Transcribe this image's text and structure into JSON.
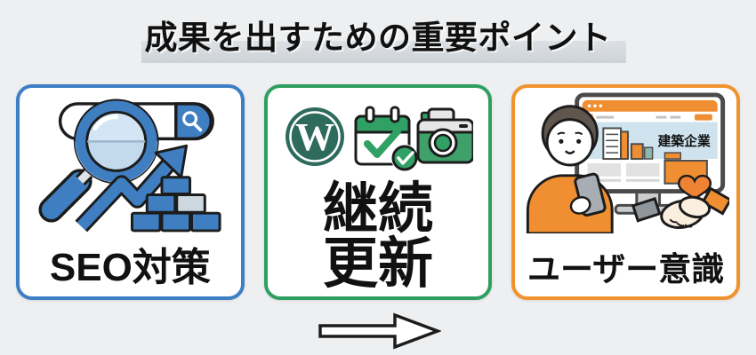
{
  "page": {
    "title": "成果を出すための重要ポイント",
    "background_color": "#edeff1",
    "title_highlight_color": "#d4d9dd"
  },
  "cards": [
    {
      "id": "seo",
      "label": "SEO対策",
      "accent_color": "#3d7ec4",
      "illustration_blue": "#3f7fc1",
      "icons": [
        "search-bar-icon",
        "magnifier-icon",
        "growth-arrow-icon",
        "brick-stack-icon"
      ]
    },
    {
      "id": "continuous-update",
      "label_line1": "継続",
      "label_line2": "更新",
      "accent_color": "#2f9f5f",
      "illustration_green": "#31a065",
      "wordpress_green": "#2e6b5c",
      "wordpress_w": "W",
      "icons": [
        "wordpress-icon",
        "calendar-check-icon",
        "camera-icon"
      ]
    },
    {
      "id": "user-awareness",
      "label": "ユーザー意識",
      "accent_color": "#f0932f",
      "illustration_orange": "#ef8f31",
      "monitor_heading": "建築企業",
      "icons": [
        "person-smartphone-icon",
        "monitor-website-icon",
        "handshake-heart-icon"
      ]
    }
  ],
  "flow": {
    "arrow_icon": "right-arrow-icon",
    "arrow_fill": "#ffffff",
    "arrow_outline": "#1c1c1c"
  }
}
